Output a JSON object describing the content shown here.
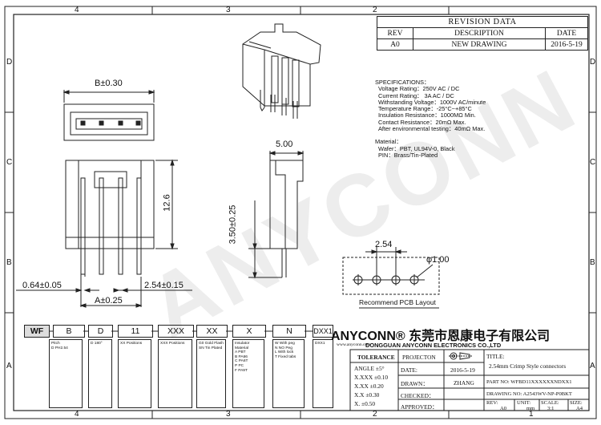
{
  "zones": {
    "top": [
      "4",
      "3",
      "2",
      "1"
    ],
    "side": [
      "D",
      "C",
      "B",
      "A"
    ]
  },
  "revision": {
    "title": "REVISION DATA",
    "headers": [
      "REV",
      "DESCRIPTION",
      "DATE"
    ],
    "row": [
      "A0",
      "NEW DRAWING",
      "2016-5-19"
    ]
  },
  "specs": {
    "title": "SPECIFICATIONS：",
    "lines": [
      "Voltage Rating：250V AC / DC",
      "Current Rating： 3A  AC / DC",
      "Withstanding Voltage：1000V AC/minute",
      "Temperature Range：-25°C~+85°C",
      "Insulation Resistance：1000MΩ Min.",
      "Contact Resistance：20mΩ Max.",
      "After environmental testing：40mΩ Max."
    ],
    "material_title": "Material：",
    "materials": [
      "Wafer：PBT, UL94V-0, Black",
      "PIN：Brass/Tin-Plated"
    ]
  },
  "dims": {
    "b": "B±0.30",
    "h": "12.6",
    "w5": "5.00",
    "d35": "3.50±0.25",
    "p254": "2.54",
    "hole": "φ1.00",
    "pin": "0.64±0.05",
    "pitch": "2.54±0.15",
    "a": "A±0.25",
    "layout": "Recommend  PCB  Layout"
  },
  "watermark": "ANYCONN",
  "partcode": {
    "codes": [
      "WF",
      "B",
      "D",
      "11",
      "XXX",
      "XX",
      "X",
      "N",
      "DXX1"
    ],
    "descs": [
      "",
      "Pitch\nD  PH2.54",
      "D     180°",
      "XX Positions",
      "XXX Positions",
      "G0  Gold Flash\nSN  Tin  Plated",
      "Insulator\nMaterial\nA   PBT\nB   PA66\nC   PA6T\nP   PC\nF   PA9T",
      "W  With peg\nN   NO Peg\nL   With lock\nT   Fixed tabs",
      "DXX1"
    ]
  },
  "company": {
    "name": "ANYCONN® 东莞市恩康电子有限公司",
    "en": "DONGGUAN  ANYCONN  ELECTRONICS CO.,LTD",
    "web": "www.anyconn.com"
  },
  "titleblock": {
    "tolerance": "TOLERANCE",
    "angle": "ANGLE   ±5°",
    "xxxx": "X.XXX   ±0.10",
    "xxx": "X.XX     ±0.20",
    "xx": "X.X        ±0.30",
    "x": "X.          ±0.50",
    "projection": "PROJECTON",
    "date_label": "DATE:",
    "date": "2016-5-19",
    "drawn_label": "DRAWN：",
    "drawn": "ZHANG",
    "checked_label": "CHECKED：",
    "approved_label": "APPROVED：",
    "title_label": "TITLE:",
    "title": "2.54mm Crimp Style connectors",
    "partno": "PART NO: WFBD11XXXXXXNDXX1",
    "drawingno": "DRAWING NO: A2543WV-NP-P0BKT",
    "rev_label": "REV:",
    "rev": "A0",
    "unit_label": "UNIT:",
    "unit": "mm",
    "scale_label": "SCALE:",
    "scale": "3:1",
    "size_label": "SIZE:",
    "size": "A4"
  }
}
